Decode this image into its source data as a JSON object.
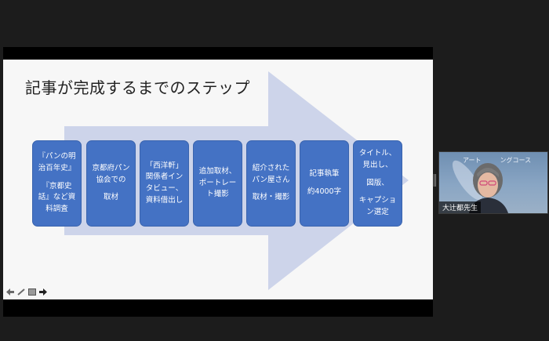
{
  "slide": {
    "title": "記事が完成するまでのステップ",
    "steps": [
      {
        "lines": [
          "『パンの明",
          "治百年史』",
          "",
          "『京都史",
          "話』など資",
          "料調査"
        ]
      },
      {
        "lines": [
          "京都府パン",
          "協会での",
          "",
          "取材"
        ]
      },
      {
        "lines": [
          "「西洋軒」",
          "関係者イン",
          "タビュー、",
          "資料借出し"
        ]
      },
      {
        "lines": [
          "追加取材、",
          "ポートレー",
          "ト撮影"
        ]
      },
      {
        "lines": [
          "紹介された",
          "パン屋さん",
          "",
          "取材・撮影"
        ]
      },
      {
        "lines": [
          "記事執筆",
          "",
          "約4000字"
        ]
      },
      {
        "lines": [
          "タイトル、",
          "見出し、",
          "",
          "図版、",
          "",
          "キャプショ",
          "ン選定"
        ]
      }
    ],
    "colors": {
      "step_fill": "#4472c4",
      "arrow": "#cdd4ea",
      "background": "#f7f7f7"
    },
    "controls": [
      "arrow-left-icon",
      "pen-icon",
      "screen-icon",
      "more-icon"
    ]
  },
  "video": {
    "banner_text": "アート　　　ングコース",
    "participant_name": "大辻都先生"
  }
}
